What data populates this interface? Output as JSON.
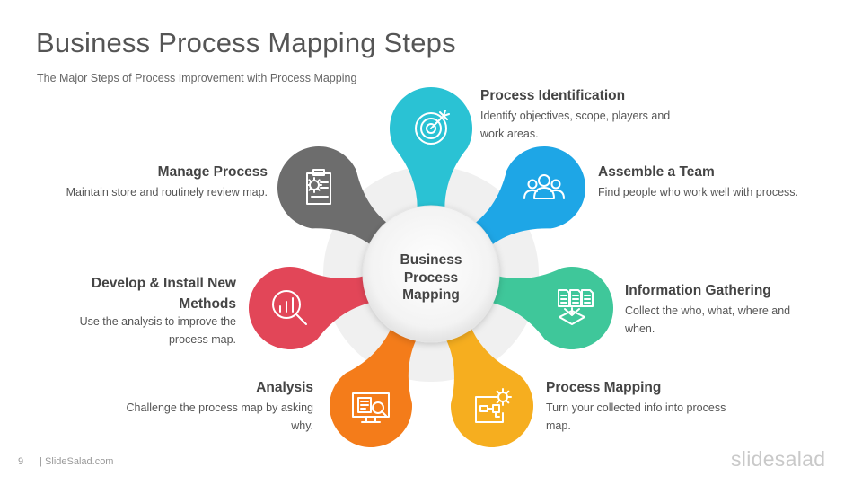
{
  "header": {
    "title": "Business Process Mapping Steps",
    "subtitle": "The Major Steps of Process Improvement with Process Mapping"
  },
  "diagram": {
    "center_label": [
      "Business",
      "Process",
      "Mapping"
    ],
    "steps": [
      {
        "title": "Process Identification",
        "desc_lines": [
          "Identify objectives, scope, players and",
          "work areas."
        ],
        "color": "#2AC2D4",
        "icon": "target-icon"
      },
      {
        "title": "Assemble a Team",
        "desc_lines": [
          "Find people who work well with process."
        ],
        "color": "#1EA6E6",
        "icon": "team-icon"
      },
      {
        "title": "Information Gathering",
        "desc_lines": [
          "Collect the who, what, where and",
          "when."
        ],
        "color": "#3FC79A",
        "icon": "documents-inbox-icon"
      },
      {
        "title": "Process Mapping",
        "desc_lines": [
          "Turn your collected info into process",
          "map."
        ],
        "color": "#F6AE1F",
        "icon": "blueprint-gear-icon"
      },
      {
        "title": "Analysis",
        "desc_lines": [
          "Challenge the process map by asking",
          "why."
        ],
        "color": "#F47C1A",
        "icon": "monitor-analysis-icon"
      },
      {
        "title": "Develop & Install New",
        "title2": "Methods",
        "desc_lines": [
          "Use the analysis to improve the",
          "process map."
        ],
        "color": "#E24658",
        "icon": "magnifier-chart-icon"
      },
      {
        "title": "Manage Process",
        "desc_lines": [
          "Maintain store and routinely review map."
        ],
        "color": "#6D6D6D",
        "icon": "clipboard-gear-icon"
      }
    ]
  },
  "footer": {
    "page_number": "9",
    "site": "| SlideSalad.com",
    "logo": "slidesalad"
  }
}
